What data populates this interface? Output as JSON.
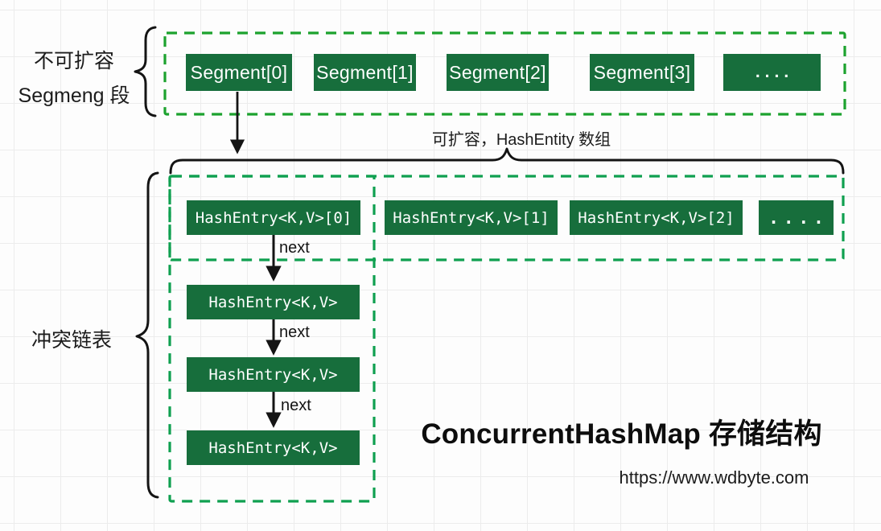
{
  "title": "ConcurrentHashMap 存储结构",
  "url": "https://www.wdbyte.com",
  "labels": {
    "immutable": "不可扩容",
    "segment_cn": "Segmeng 段",
    "expandable": "可扩容，HashEntity 数组",
    "collision_list": "冲突链表",
    "next": "next"
  },
  "segment_row": {
    "items": [
      {
        "label": "Segment[0]"
      },
      {
        "label": "Segment[1]"
      },
      {
        "label": "Segment[2]"
      },
      {
        "label": "Segment[3]"
      },
      {
        "label": "...."
      }
    ]
  },
  "hashentry_row": {
    "items": [
      {
        "label": "HashEntry<K,V>[0]"
      },
      {
        "label": "HashEntry<K,V>[1]"
      },
      {
        "label": "HashEntry<K,V>[2]"
      },
      {
        "label": "...."
      }
    ]
  },
  "chain": {
    "items": [
      {
        "label": "HashEntry<K,V>"
      },
      {
        "label": "HashEntry<K,V>"
      },
      {
        "label": "HashEntry<K,V>"
      }
    ]
  },
  "colors": {
    "node_fill": "#176e3c",
    "node_text": "#ffffff",
    "segment_boundary_dash": "#1ca22e",
    "hashentry_boundary_dash": "#0fa050",
    "stroke_black": "#141414",
    "grid_line": "#ececec",
    "background": "#fdfdfd"
  }
}
